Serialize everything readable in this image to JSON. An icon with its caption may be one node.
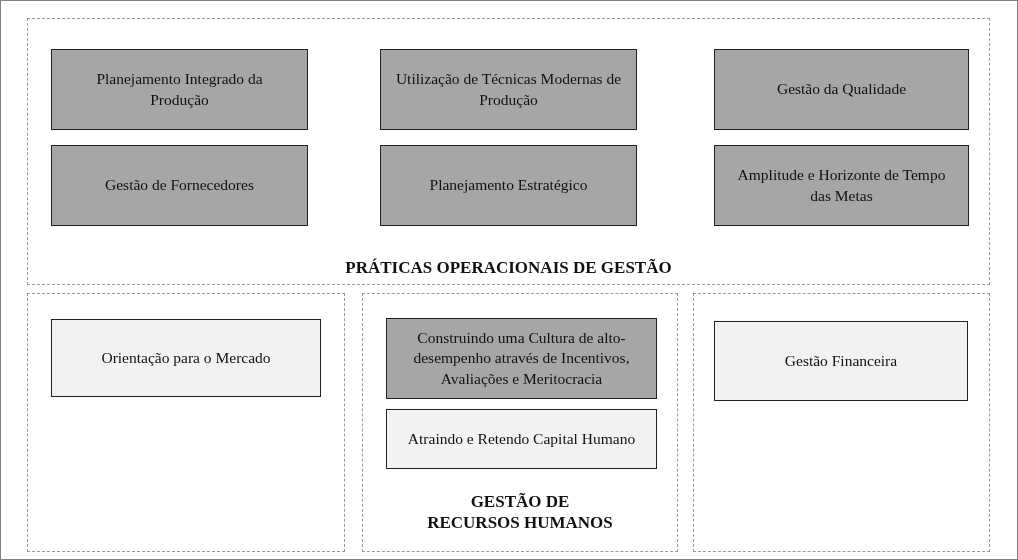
{
  "diagram": {
    "nodes": [
      {
        "text": [
          "PRÁTICAS OPERACIONAIS DE GESTÃO"
        ]
      },
      {
        "text": [
          "Planejamento Integrado da Produção"
        ],
        "in": 0
      },
      {
        "text": [
          "Utilização de Técnicas Modernas de Produção"
        ],
        "in": 0
      },
      {
        "text": [
          "Gestão da Qualidade"
        ],
        "in": 0
      },
      {
        "text": [
          "Gestão de Fornecedores"
        ],
        "in": 0
      },
      {
        "text": [
          "Planejamento Estratégico"
        ],
        "in": 0
      },
      {
        "text": [
          "Amplitude e Horizonte de Tempo das Metas"
        ],
        "in": 0
      },
      {
        "text": [],
        "shape": "box"
      },
      {
        "text": [
          "Orientação para o Mercado"
        ],
        "in": 7
      },
      {
        "text": [
          "GESTÃO DE RECURSOS HUMANOS"
        ]
      },
      {
        "text": [
          "Construindo uma Cultura de alto-desempenho através de Incentivos, Avaliações e Meritocracia"
        ],
        "in": 9
      },
      {
        "text": [
          "Atraindo e Retendo Capital Humano"
        ],
        "in": 9
      },
      {
        "text": [],
        "shape": "box"
      },
      {
        "text": [
          "Gestão Financeira"
        ],
        "in": 12
      }
    ],
    "edges": []
  }
}
